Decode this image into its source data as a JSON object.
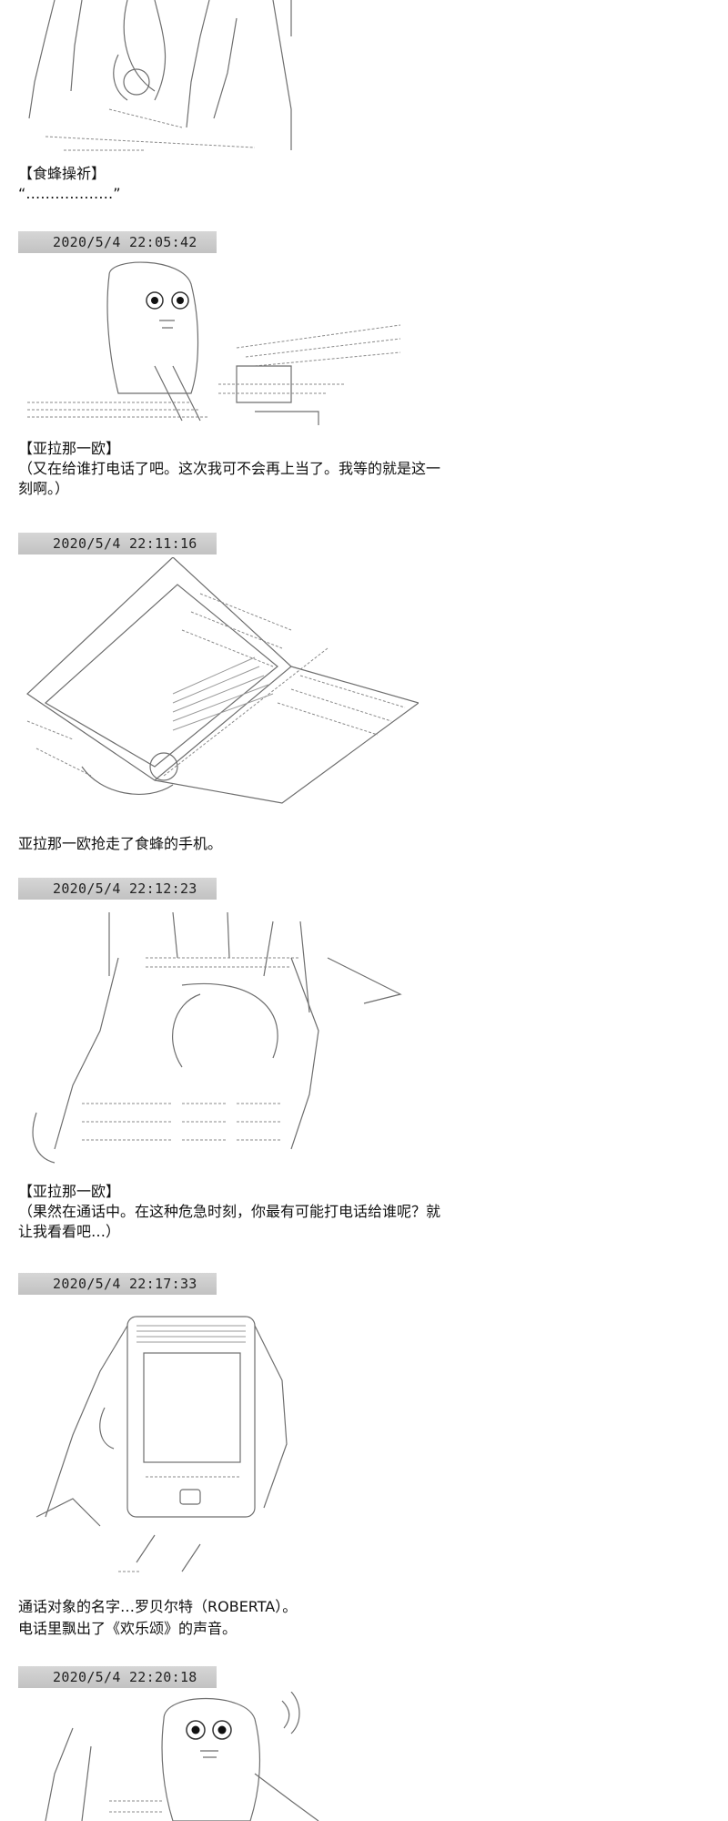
{
  "posts": [
    {
      "timestamp": "2020/5/4  22:05:42",
      "lines": [
        "【亚拉那一欧】",
        "（又在给谁打电话了吧。这次我可不会再上当了。我等的就是这一",
        "刻啊。）"
      ]
    },
    {
      "timestamp": "2020/5/4  22:11:16",
      "lines": [
        "亚拉那一欧抢走了食蜂的手机。"
      ]
    },
    {
      "timestamp": "2020/5/4  22:12:23",
      "lines": [
        "【亚拉那一欧】",
        "（果然在通话中。在这种危急时刻，你最有可能打电话给谁呢？就",
        "让我看看吧…）"
      ]
    },
    {
      "timestamp": "2020/5/4  22:17:33",
      "lines": [
        "通话对象的名字…罗贝尔特（ROBERTA）。",
        "电话里飘出了《欢乐颂》的声音。"
      ]
    },
    {
      "timestamp": "2020/5/4  22:20:18",
      "lines": []
    }
  ],
  "intro_lines": [
    "【食蜂操祈】",
    "“………………”"
  ]
}
